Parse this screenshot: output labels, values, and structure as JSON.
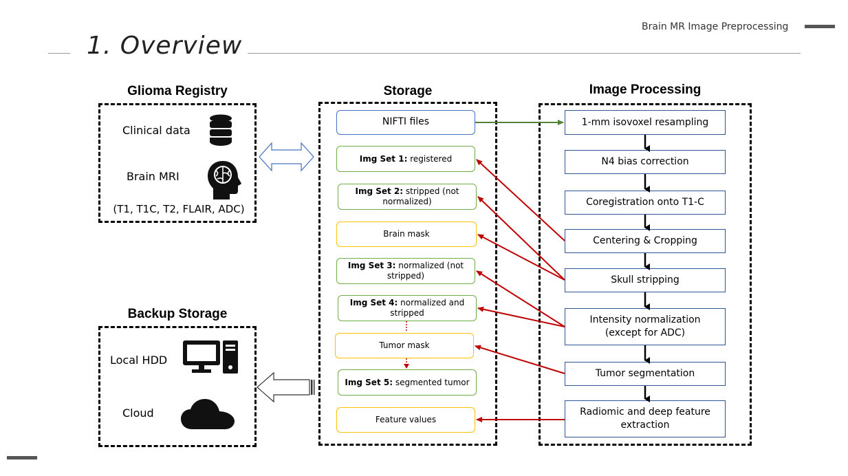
{
  "header": {
    "text": "Brain MR Image Preprocessing"
  },
  "title": "1. Overview",
  "registry": {
    "title": "Glioma Registry",
    "clinical_label": "Clinical data",
    "mri_label": "Brain MRI",
    "sequences": "(T1, T1C, T2, FLAIR, ADC)"
  },
  "backup": {
    "title": "Backup Storage",
    "local_label": "Local HDD",
    "cloud_label": "Cloud"
  },
  "storage": {
    "title": "Storage",
    "nifti": "NIFTI files",
    "set1_bold": "Img Set 1:",
    "set1_rest": " registered",
    "set2_bold": "Img Set 2:",
    "set2_rest": " stripped (not normalized)",
    "brain_mask": "Brain mask",
    "set3_bold": "Img Set 3:",
    "set3_rest": " normalized (not stripped)",
    "set4_bold": "Img Set 4:",
    "set4_rest": " normalized and stripped",
    "tumor_mask": "Tumor mask",
    "set5_bold": "Img Set 5:",
    "set5_rest": " segmented tumor",
    "feature_values": "Feature values"
  },
  "processing": {
    "title": "Image Processing",
    "steps": [
      "1-mm isovoxel resampling",
      "N4 bias correction",
      "Coregistration onto T1-C",
      "Centering & Cropping",
      "Skull stripping",
      "Intensity normalization (except for ADC)",
      "Tumor segmentation",
      "Radiomic and deep feature extraction"
    ]
  },
  "colors": {
    "red_arrow": "#c00000",
    "green_arrow": "#548235",
    "blue_border": "#4472c4",
    "green_border": "#70ad47",
    "yellow_border": "#ffc000"
  },
  "icons": [
    "database-icon",
    "brain-head-icon",
    "desktop-computer-icon",
    "cloud-icon",
    "double-arrow-icon",
    "left-arrow-icon"
  ]
}
